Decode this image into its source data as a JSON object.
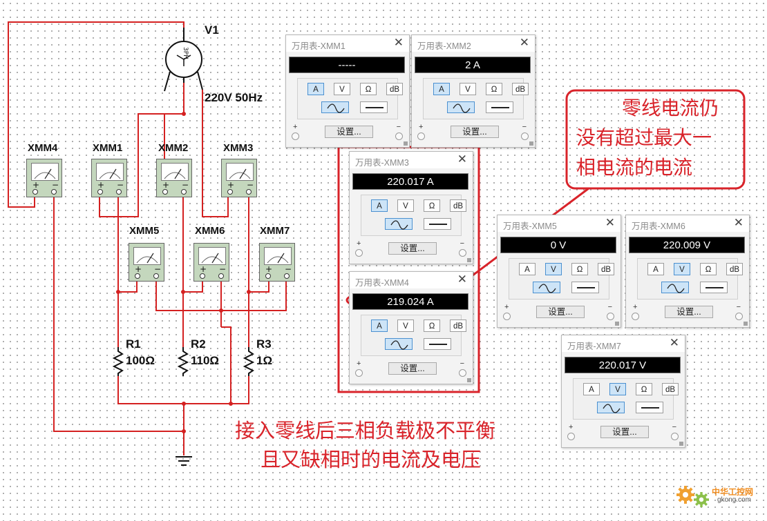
{
  "source": {
    "name": "V1",
    "rating": "220V 50Hz",
    "symbol_text": "3PH"
  },
  "schematic_meters": [
    {
      "name": "XMM4"
    },
    {
      "name": "XMM1"
    },
    {
      "name": "XMM2"
    },
    {
      "name": "XMM3"
    },
    {
      "name": "XMM5"
    },
    {
      "name": "XMM6"
    },
    {
      "name": "XMM7"
    }
  ],
  "resistors": [
    {
      "name": "R1",
      "value": "100Ω"
    },
    {
      "name": "R2",
      "value": "110Ω"
    },
    {
      "name": "R3",
      "value": "1Ω"
    }
  ],
  "terminal_labels": {
    "plus": "+",
    "minus": "−"
  },
  "multimeter_panels": [
    {
      "title": "万用表-XMM1",
      "reading": "-----",
      "mode": "A"
    },
    {
      "title": "万用表-XMM2",
      "reading": "2 A",
      "mode": "A"
    },
    {
      "title": "万用表-XMM3",
      "reading": "220.017 A",
      "mode": "A"
    },
    {
      "title": "万用表-XMM4",
      "reading": "219.024 A",
      "mode": "A"
    },
    {
      "title": "万用表-XMM5",
      "reading": "0 V",
      "mode": "V"
    },
    {
      "title": "万用表-XMM6",
      "reading": "220.009 V",
      "mode": "V"
    },
    {
      "title": "万用表-XMM7",
      "reading": "220.017 V",
      "mode": "V"
    }
  ],
  "panel_controls": {
    "modes": [
      "A",
      "V",
      "Ω",
      "dB"
    ],
    "settings_label": "设置...",
    "close_glyph": "✕",
    "plus": "+",
    "minus": "−",
    "active_wave": "ac"
  },
  "annotations": {
    "callout_lines": [
      "零线电流仍",
      "没有超过最大一",
      "相电流的电流"
    ],
    "note_lines": [
      "接入零线后三相负载极不平衡",
      "且又缺相时的电流及电压"
    ]
  },
  "watermark": {
    "title": "中华工控网",
    "url": "gkong.com"
  },
  "colors": {
    "wire": "#d42020",
    "ground_wire": "#222222",
    "annotation": "#d9232a",
    "meter_body": "#c4d7bd",
    "active_button": "#cde4f7"
  }
}
